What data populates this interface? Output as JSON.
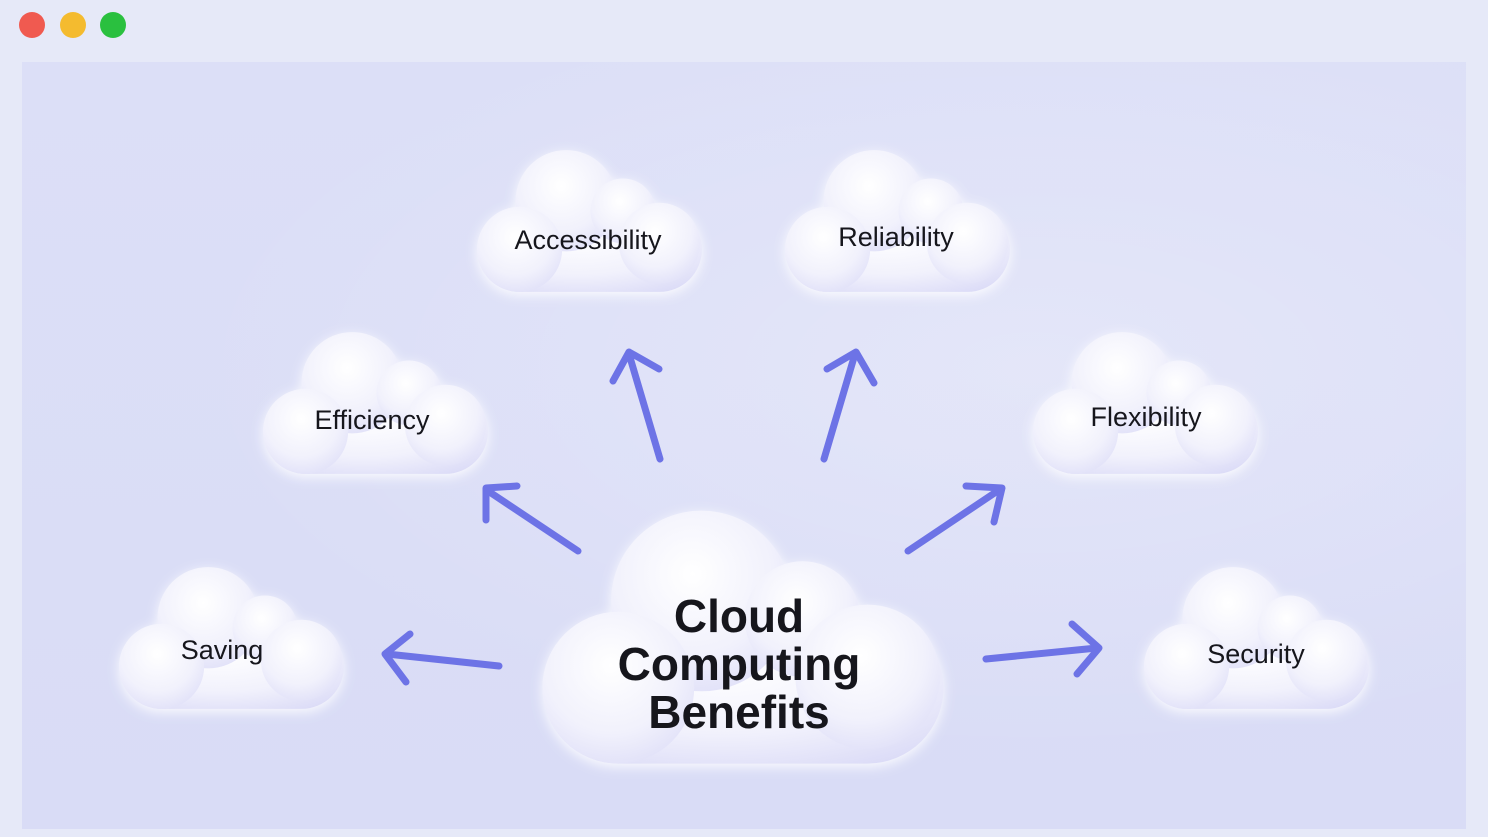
{
  "window": {
    "controls": {
      "close_color": "#f05a50",
      "minimize_color": "#f4bb2f",
      "maximize_color": "#2ac03f"
    }
  },
  "diagram": {
    "center": {
      "lines": [
        "Cloud",
        "Computing",
        "Benefits"
      ]
    },
    "nodes": [
      {
        "id": "saving",
        "label": "Saving"
      },
      {
        "id": "efficiency",
        "label": "Efficiency"
      },
      {
        "id": "accessibility",
        "label": "Accessibility"
      },
      {
        "id": "reliability",
        "label": "Reliability"
      },
      {
        "id": "flexibility",
        "label": "Flexibility"
      },
      {
        "id": "security",
        "label": "Security"
      }
    ],
    "colors": {
      "arrow": "#6d73e6",
      "cloud": "#f4f4fd",
      "text": "#15161d"
    }
  }
}
